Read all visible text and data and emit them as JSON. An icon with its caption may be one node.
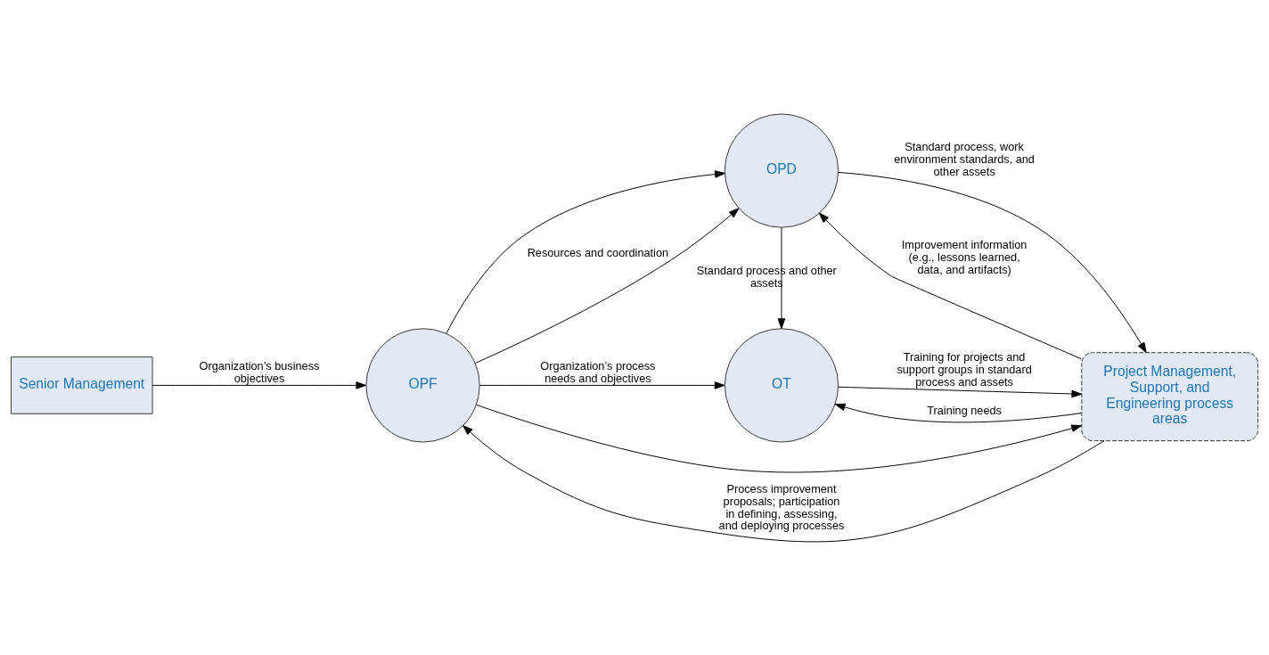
{
  "diagram": {
    "nodes": [
      {
        "text": [
          "Senior Management"
        ]
      },
      {
        "text": [
          "OT"
        ]
      },
      {
        "text": [
          "OPF"
        ]
      },
      {
        "text": [
          "OPD"
        ]
      },
      {
        "text": [
          "Project Management, Support, and Engineering process areas"
        ]
      }
    ],
    "edges": [
      {
        "from": 0,
        "to": 2,
        "arrow": "to",
        "label": "Organization’s business objectives"
      },
      {
        "from": 2,
        "to": 1,
        "arrow": "to",
        "label": "Organization’s process needs and objectives"
      },
      {
        "from": 2,
        "to": 3,
        "arrow": "to"
      },
      {
        "from": 2,
        "to": 4,
        "arrow": "to"
      },
      {
        "from": 1,
        "to": 4,
        "arrow": "to",
        "label": "Training for projects and support groups in standard process and assets"
      },
      {
        "from": 4,
        "to": 1,
        "arrow": "to",
        "label": "Training needs"
      },
      {
        "from": 3,
        "to": 1,
        "arrow": "to",
        "label": "Standard process and other assets"
      },
      {
        "from": 2,
        "to": 3,
        "arrow": "to",
        "label": "Resources and coordination"
      },
      {
        "from": 3,
        "to": 4,
        "arrow": "to",
        "label": "Standard process, work environment standards, and other assets"
      },
      {
        "from": 4,
        "to": 3,
        "arrow": "to",
        "label": "Improvement information (e.g., lessons learned, data, and artifacts)"
      },
      {
        "from": 4,
        "to": 2,
        "arrow": "to",
        "label": "Process improvement proposals; participation in defining, assessing, and deploying processes"
      }
    ]
  }
}
